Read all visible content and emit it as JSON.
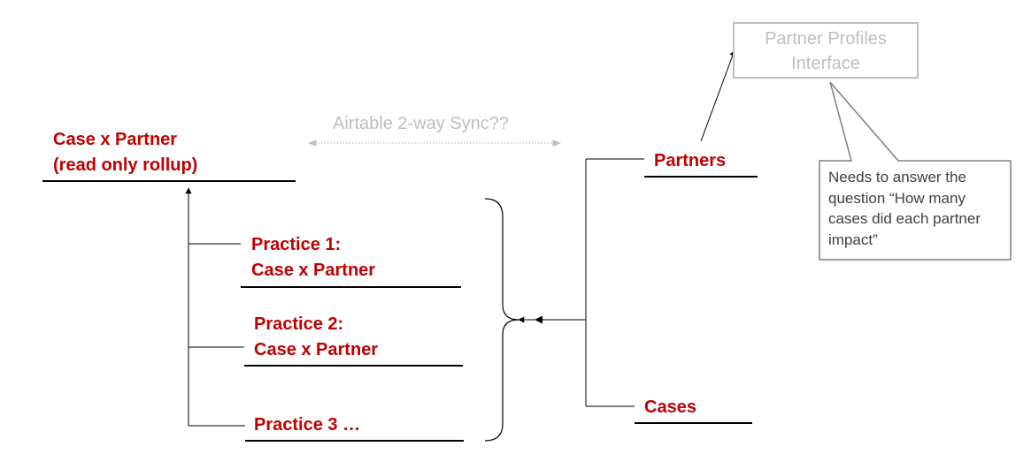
{
  "diagram": {
    "rollup": {
      "line1": "Case x Partner",
      "line2": "(read only rollup)"
    },
    "practices": [
      {
        "line1": "Practice 1:",
        "line2": "Case x Partner"
      },
      {
        "line1": "Practice 2:",
        "line2": "Case x Partner"
      },
      {
        "line1": "Practice 3 …"
      }
    ],
    "sync_label": "Airtable 2-way Sync??",
    "partners_label": "Partners",
    "cases_label": "Cases",
    "profiles_box": {
      "line1": "Partner Profiles",
      "line2": "Interface"
    },
    "callout": {
      "text": "Needs to answer the question “How many cases did each partner impact”"
    },
    "colors": {
      "accent": "#c00000",
      "muted": "#bfbfbf",
      "ink": "#000000",
      "callout_border": "#7f7f7f"
    }
  }
}
